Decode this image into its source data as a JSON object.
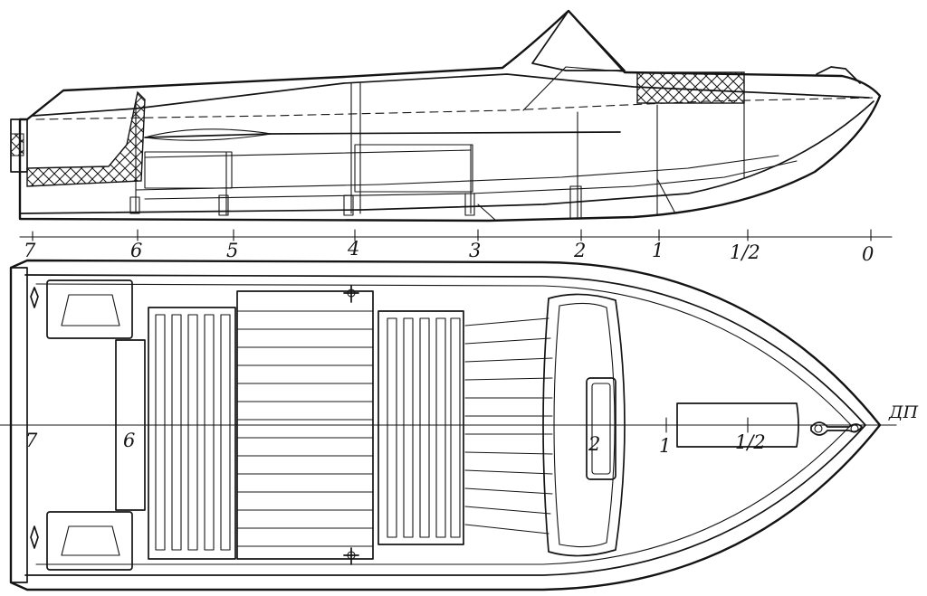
{
  "side_view": {
    "station_labels": [
      "7",
      "6",
      "5",
      "4",
      "3",
      "2",
      "1",
      "1/2",
      "0"
    ]
  },
  "plan_view": {
    "station_labels": [
      "7",
      "6",
      "2",
      "1",
      "1/2"
    ],
    "centerline_label": "ДП"
  }
}
